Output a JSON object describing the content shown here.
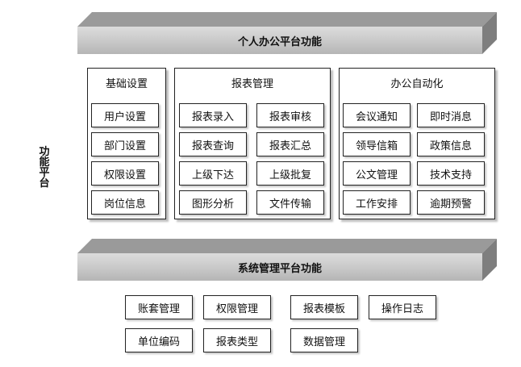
{
  "side_label": "功能平台",
  "personal_platform": {
    "title": "个人办公平台功能",
    "groups": [
      {
        "title": "基础设置",
        "items": [
          "用户设置",
          "部门设置",
          "权限设置",
          "岗位信息"
        ]
      },
      {
        "title": "报表管理",
        "items": [
          "报表录入",
          "报表审核",
          "报表查询",
          "报表汇总",
          "上级下达",
          "上级批复",
          "图形分析",
          "文件传输"
        ]
      },
      {
        "title": "办公自动化",
        "items": [
          "会议通知",
          "即时消息",
          "领导信箱",
          "政策信息",
          "公文管理",
          "技术支持",
          "工作安排",
          "逾期预警"
        ]
      }
    ]
  },
  "system_platform": {
    "title": "系统管理平台功能",
    "items": [
      "账套管理",
      "权限管理",
      "报表模板",
      "操作日志",
      "单位编码",
      "报表类型",
      "数据管理"
    ]
  }
}
